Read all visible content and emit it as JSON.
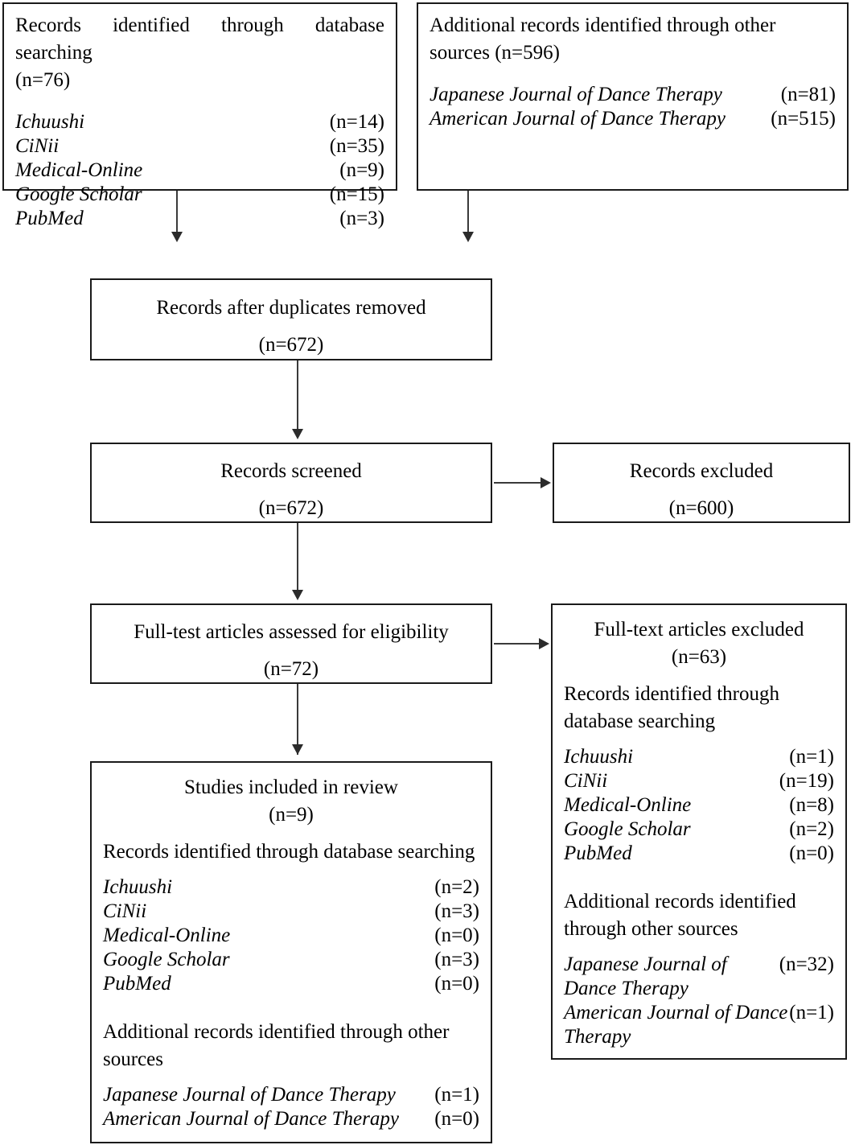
{
  "diagram": {
    "title": "PRISMA flow diagram",
    "line_color": "#1a1a1a",
    "arrow_color": "#2b2b2b",
    "background": "#ffffff"
  },
  "identification": {
    "database_box": {
      "heading": "Records identified through database searching",
      "count": "(n=76)",
      "sources": [
        {
          "name": "Ichuushi",
          "count": "(n=14)"
        },
        {
          "name": "CiNii",
          "count": "(n=35)"
        },
        {
          "name": "Medical-Online",
          "count": "(n=9)"
        },
        {
          "name": "Google Scholar",
          "count": "(n=15)"
        },
        {
          "name": "PubMed",
          "count": "(n=3)"
        }
      ]
    },
    "other_sources_box": {
      "heading": "Additional records identified through other",
      "heading2": "sources (n=596)",
      "journals": [
        {
          "name": "Japanese  Journal of Dance Therapy",
          "count": "(n=81)"
        },
        {
          "name": "American Journal of Dance Therapy",
          "count": "(n=515)"
        }
      ]
    }
  },
  "screening": {
    "duplicates_box": {
      "label": "Records after duplicates removed",
      "count": "(n=672)"
    },
    "screened_box": {
      "label": "Records screened",
      "count": "(n=672)"
    },
    "excluded_box": {
      "label": "Records excluded",
      "count": "(n=600)"
    }
  },
  "eligibility": {
    "fulltext_box": {
      "label": "Full-test articles assessed  for eligibility",
      "count": "(n=72)"
    },
    "fulltext_excluded_box": {
      "label": "Full-text articles excluded",
      "count": "(n=63)",
      "db_heading": "Records identified through",
      "db_heading2": "database  searching",
      "sources": [
        {
          "name": "Ichuushi",
          "count": "(n=1)"
        },
        {
          "name": "CiNii",
          "count": "(n=19)"
        },
        {
          "name": "Medical-Online",
          "count": "(n=8)"
        },
        {
          "name": "Google Scholar",
          "count": "(n=2)"
        },
        {
          "name": "PubMed",
          "count": "(n=0)"
        }
      ],
      "other_heading": "Additional  records identified",
      "other_heading2": "through other sources",
      "journals": [
        {
          "name": "Japanese  Journal of Dance Therapy",
          "count": "(n=32)"
        },
        {
          "name": "American Journal of Dance Therapy",
          "count": "(n=1)"
        }
      ]
    }
  },
  "included": {
    "included_box": {
      "label": "Studies included in review",
      "count": "(n=9)",
      "db_heading": "Records identified through database  searching",
      "sources": [
        {
          "name": "Ichuushi",
          "count": "(n=2)"
        },
        {
          "name": "CiNii",
          "count": "(n=3)"
        },
        {
          "name": "Medical-Online",
          "count": "(n=0)"
        },
        {
          "name": "Google Scholar",
          "count": "(n=3)"
        },
        {
          "name": "PubMed",
          "count": "(n=0)"
        }
      ],
      "other_heading": "Additional  records identified through other",
      "other_heading2": "sources",
      "journals": [
        {
          "name": "Japanese  Journal of Dance Therapy",
          "count": "(n=1)"
        },
        {
          "name": "American Journal of Dance Therapy",
          "count": "(n=0)"
        }
      ]
    }
  }
}
